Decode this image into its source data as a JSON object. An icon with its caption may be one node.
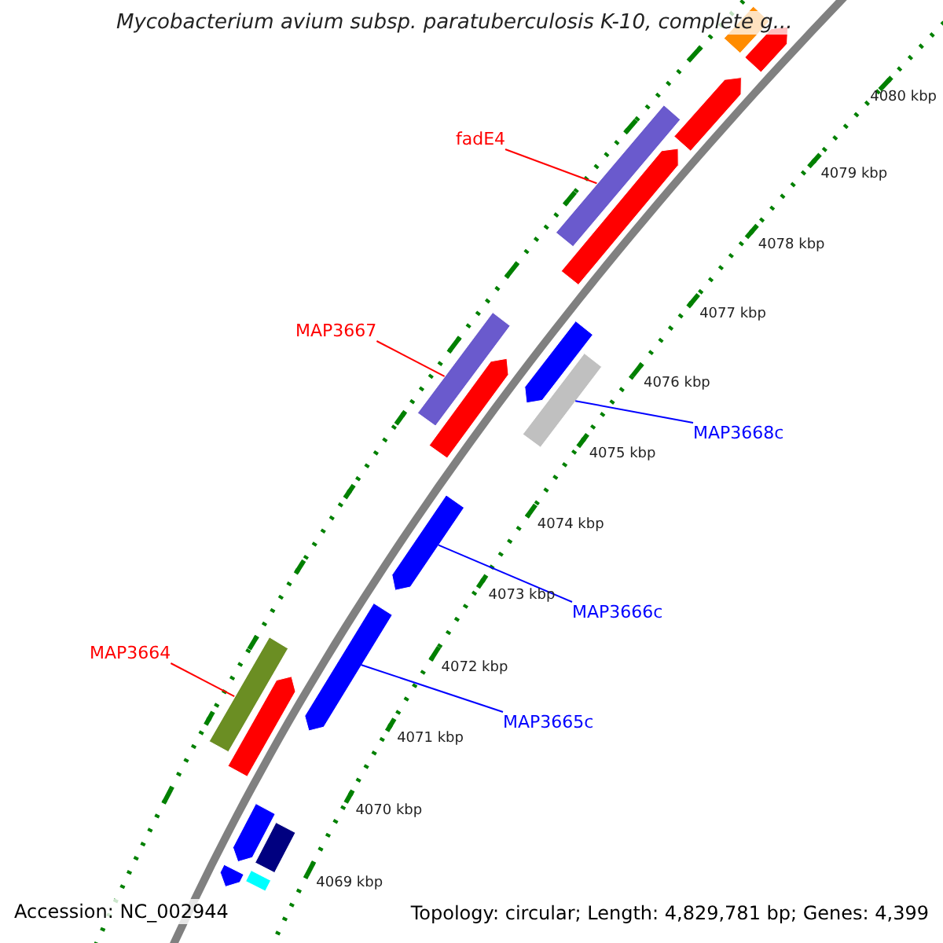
{
  "diagram": {
    "title": "Mycobacterium avium subsp. paratuberculosis K-10, complete g...",
    "nodes": [
      {
        "text": [
          "fadE4"
        ]
      },
      {
        "text": [],
        "shape": "bar"
      },
      {
        "text": [
          "MAP3667"
        ]
      },
      {
        "text": [],
        "shape": "bar"
      },
      {
        "text": [
          "MAP3668c"
        ]
      },
      {
        "text": [],
        "shape": "bar"
      },
      {
        "text": [
          "MAP3666c"
        ]
      },
      {
        "text": [],
        "shape": "bar"
      },
      {
        "text": [
          "MAP3664"
        ]
      },
      {
        "text": [],
        "shape": "bar"
      },
      {
        "text": [
          "MAP3665c"
        ]
      },
      {
        "text": [],
        "shape": "bar"
      },
      {
        "text": [],
        "shape": "bar"
      },
      {
        "text": [],
        "shape": "bar"
      },
      {
        "text": [],
        "shape": "bar"
      },
      {
        "text": [],
        "shape": "bar"
      },
      {
        "text": [],
        "shape": "bar"
      },
      {
        "text": [],
        "shape": "bar"
      },
      {
        "text": [],
        "shape": "bar"
      },
      {
        "text": [],
        "shape": "bar"
      },
      {
        "text": [],
        "shape": "bar"
      },
      {
        "text": [],
        "shape": "bar"
      },
      {
        "text": [],
        "shape": "bar"
      }
    ],
    "edges": [
      {
        "from": 0,
        "to": 1,
        "arrow": "none",
        "color": "#ff0000"
      },
      {
        "from": 2,
        "to": 3,
        "arrow": "none",
        "color": "#ff0000"
      },
      {
        "from": 4,
        "to": 5,
        "arrow": "none",
        "color": "#0000ff"
      },
      {
        "from": 6,
        "to": 7,
        "arrow": "none",
        "color": "#0000ff"
      },
      {
        "from": 8,
        "to": 9,
        "arrow": "none",
        "color": "#ff0000"
      },
      {
        "from": 10,
        "to": 11,
        "arrow": "none",
        "color": "#0000ff"
      }
    ],
    "labels": [
      "4080 kbp",
      "4079 kbp",
      "4078 kbp",
      "4077 kbp",
      "4076 kbp",
      "4075 kbp",
      "4074 kbp",
      "4073 kbp",
      "4072 kbp",
      "4071 kbp",
      "4070 kbp",
      "4069 kbp",
      "Accession: NC_002944",
      "Topology: circular; Length: 4,829,781 bp; Genes: 4,399"
    ]
  }
}
